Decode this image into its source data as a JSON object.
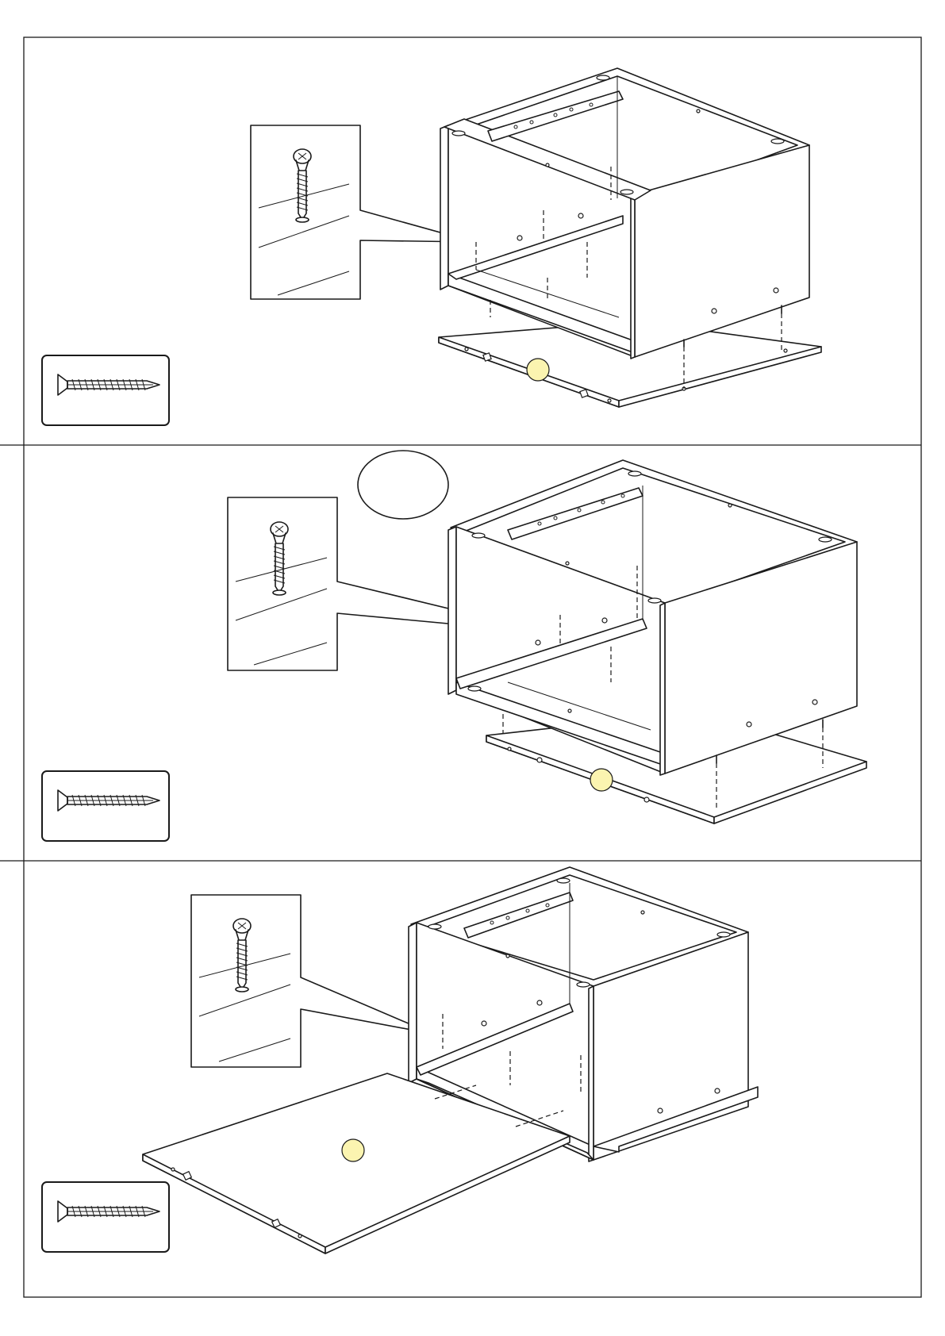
{
  "page": {
    "title": ""
  },
  "steps": [
    {
      "id": "step-1",
      "part_marker": "",
      "hardware_count": ""
    },
    {
      "id": "step-2",
      "part_marker": "",
      "hardware_count": ""
    },
    {
      "id": "step-3",
      "part_marker": "",
      "hardware_count": ""
    }
  ],
  "icons": {
    "screw": "screw-icon",
    "detail": "screw-detail-icon",
    "cabinet": "cabinet-frame-icon",
    "panel": "panel-icon"
  },
  "colors": {
    "line": "#1a1a1a",
    "marker": "#fbf4b0",
    "background": "#ffffff"
  }
}
